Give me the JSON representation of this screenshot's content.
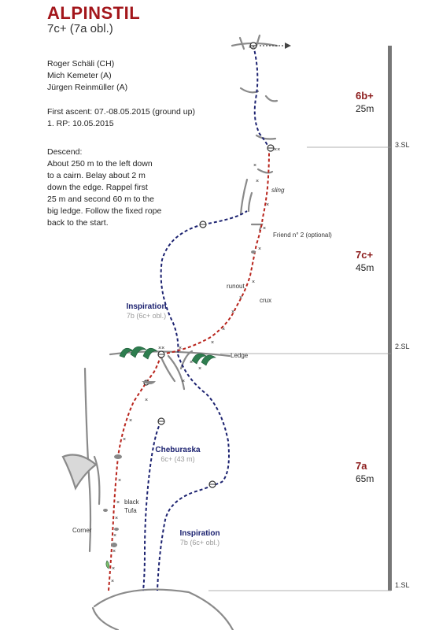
{
  "route": {
    "title": "ALPINSTIL",
    "grade": "7c+ (7a obl.)"
  },
  "climbers": [
    "Roger Schäli (CH)",
    "Mich Kemeter (A)",
    "Jürgen Reinmüller (A)"
  ],
  "first_ascent": "First ascent: 07.-08.05.2015 (ground up)",
  "rp": "1. RP: 10.05.2015",
  "descent": {
    "heading": "Descend:",
    "lines": [
      "About 250 m to the left down",
      "to a cairn. Belay about 2 m",
      "down the edge. Rappel first",
      "25 m and second 60 m to the",
      "big ledge. Follow the fixed rope",
      "back to the start."
    ]
  },
  "pitches": [
    {
      "grade": "6b+",
      "length": "25m"
    },
    {
      "grade": "7c+",
      "length": "45m"
    },
    {
      "grade": "7a",
      "length": "65m"
    }
  ],
  "belays": [
    "3.SL",
    "2.SL",
    "1.SL"
  ],
  "annotations": {
    "sling": "sling",
    "friend": "Friend n° 2 (optional)",
    "runout": "runout",
    "crux": "crux",
    "ledge": "Ledge",
    "black_tufa_1": "black",
    "black_tufa_2": "Tufa",
    "corner": "Corner"
  },
  "other_routes": [
    {
      "name": "Inspiration",
      "grade": "7b (6c+ obl.)"
    },
    {
      "name": "Cheburaska",
      "grade": "6c+ (43 m)"
    },
    {
      "name": "Inspiration",
      "grade": "7b (6c+ obl.)"
    }
  ],
  "colors": {
    "title": "#a3161b",
    "pitch_grade": "#8b1a1a",
    "route_red": "#b8241c",
    "route_blue": "#1c2270",
    "other_route_name": "#1c2270",
    "other_route_grade": "#9a9a9a",
    "vegetation": "#2e7d4f"
  }
}
